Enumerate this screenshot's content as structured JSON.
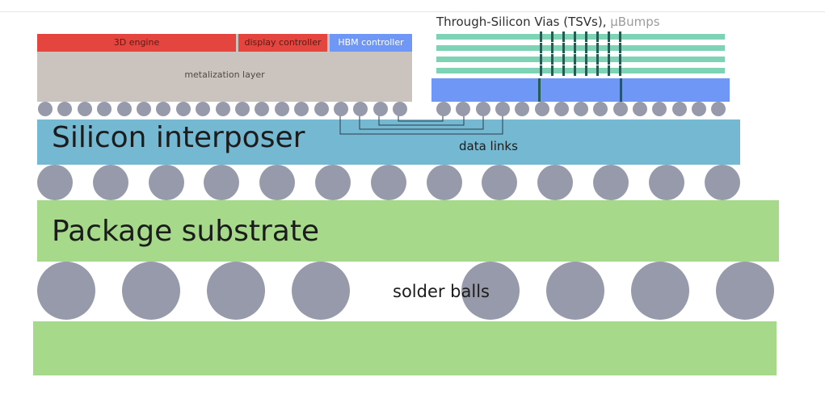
{
  "gpu": {
    "blocks": {
      "engine_3d": "3D engine",
      "display_controller": "display controller",
      "hbm_controller": "HBM controller"
    },
    "metalization_label": "metalization layer"
  },
  "hbm": {
    "title_main": "Through-Silicon Vias (TSVs),",
    "title_sub": "µBumps"
  },
  "interposer": {
    "title": "Silicon interposer",
    "data_links_label": "data links"
  },
  "package": {
    "title": "Package substrate"
  },
  "solder": {
    "label": "solder balls"
  },
  "colors": {
    "logic_block": "#e4463f",
    "hbm_block": "#6f97f5",
    "die": "#cbc3bd",
    "dram_layer": "#7dd3b3",
    "interposer": "#75b8d2",
    "substrate": "#a6da8a",
    "bump": "#979aab"
  }
}
